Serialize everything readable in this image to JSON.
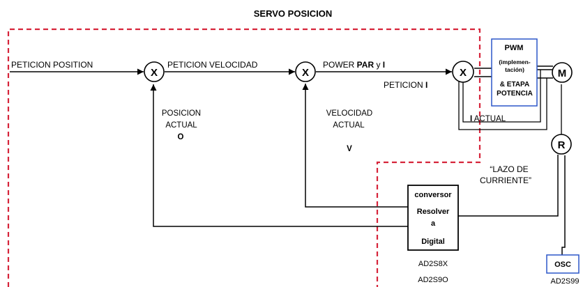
{
  "title": "SERVO POSICION",
  "signals": {
    "peticion_position": "PETICION  POSITION",
    "peticion_velocidad": "PETICION VELOCIDAD",
    "power_1": "POWER ",
    "power_2": "PAR",
    "power_3": " y ",
    "power_4": "I",
    "peticion_i_1": "PETICION ",
    "peticion_i_2": "I"
  },
  "feedback": {
    "posicion_1": "POSICION",
    "posicion_2": "ACTUAL",
    "posicion_3": "O",
    "velocidad_1": "VELOCIDAD",
    "velocidad_2": "ACTUAL",
    "velocidad_3": "V",
    "i_actual_1": "I",
    "i_actual_2": " ACTUAL"
  },
  "blocks": {
    "x1": "X",
    "x2": "X",
    "x3": "X",
    "motor": "M",
    "resolver": "R",
    "pwm_title": "PWM",
    "pwm_2": "(implemen-",
    "pwm_3": "tación)",
    "pwm_4": "& ETAPA",
    "pwm_5": "POTENCIA",
    "conv_1": "conversor",
    "conv_2": "Resolver",
    "conv_3": "a",
    "conv_4": "Digital",
    "conv_part1": "AD2S8X",
    "conv_part2": "AD2S9O",
    "osc": "OSC",
    "osc_part": "AD2S99"
  },
  "annotations": {
    "lazo_1": "“LAZO DE",
    "lazo_2": "CURRIENTE”"
  },
  "colors": {
    "dashed_boundary": "#d6243a",
    "block_border": "#2b56c9",
    "line": "#000000"
  }
}
